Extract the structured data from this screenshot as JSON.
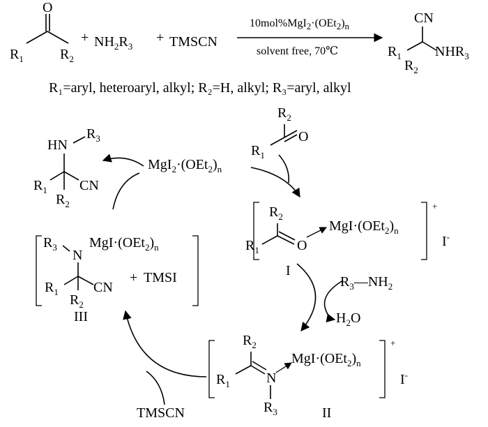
{
  "reaction": {
    "reactant_ketone": {
      "o": "O",
      "r1": "R",
      "r1_sub": "1",
      "r2": "R",
      "r2_sub": "2"
    },
    "plus1": "+",
    "amine": {
      "nh": "NH",
      "nh_sub": "2",
      "r": "R",
      "r_sub": "3"
    },
    "plus2": "+",
    "tmscn": "TMSCN",
    "condition_top": {
      "pre": "10mol%MgI",
      "sub1": "2",
      "mid": "·(OEt",
      "sub2": "2",
      "post": ")",
      "sub3": "n"
    },
    "condition_bottom": "solvent free, 70℃",
    "product": {
      "cn": "CN",
      "r1": "R",
      "r1_sub": "1",
      "r2": "R",
      "r2_sub": "2",
      "nhr": "NHR",
      "nhr_sub": "3"
    },
    "scope": "R₁=aryl, heteroaryl, alkyl; R₂=H, alkyl; R₃=aryl, alkyl"
  },
  "cycle": {
    "catalyst": {
      "pre": "MgI",
      "sub1": "2",
      "mid": "·(OEt",
      "sub2": "2",
      "post": ")",
      "sub3": "n"
    },
    "substrate": {
      "r2": "R",
      "r2_sub": "2",
      "o": "O",
      "r1": "R",
      "r1_sub": "1"
    },
    "intermediate_I": {
      "label": "I",
      "charge": "+",
      "counterion": "I",
      "counterion_sup": "-",
      "mg": {
        "pre": "MgI·(OEt",
        "sub": "2",
        "post": ")",
        "sub2": "n"
      },
      "r2": "R",
      "r2_sub": "2",
      "r1": "R",
      "r1_sub": "1",
      "o": "O"
    },
    "amine_in": {
      "r": "R",
      "sub": "3",
      "rest": "—NH",
      "sub2": "2"
    },
    "water_out": {
      "h": "H",
      "sub": "2",
      "o": "O"
    },
    "intermediate_II": {
      "label": "II",
      "charge": "+",
      "counterion": "I",
      "counterion_sup": "-",
      "mg": {
        "pre": "MgI·(OEt",
        "sub": "2",
        "post": ")",
        "sub2": "n"
      },
      "r2": "R",
      "r2_sub": "2",
      "r1": "R",
      "r1_sub": "1",
      "n": "N",
      "r3": "R",
      "r3_sub": "3"
    },
    "tmscn_in": "TMSCN",
    "intermediate_III": {
      "label": "III",
      "r3": "R",
      "r3_sub": "3",
      "n": "N",
      "mg": {
        "pre": "MgI·(OEt",
        "sub": "2",
        "post": ")",
        "sub2": "n"
      },
      "r1": "R",
      "r1_sub": "1",
      "r2": "R",
      "r2_sub": "2",
      "cn": "CN",
      "plus": "+",
      "tmsi": "TMSI"
    },
    "product": {
      "hn": "HN",
      "r3": "R",
      "r3_sub": "3",
      "r1": "R",
      "r1_sub": "1",
      "cn": "CN",
      "r2": "R",
      "r2_sub": "2"
    }
  }
}
